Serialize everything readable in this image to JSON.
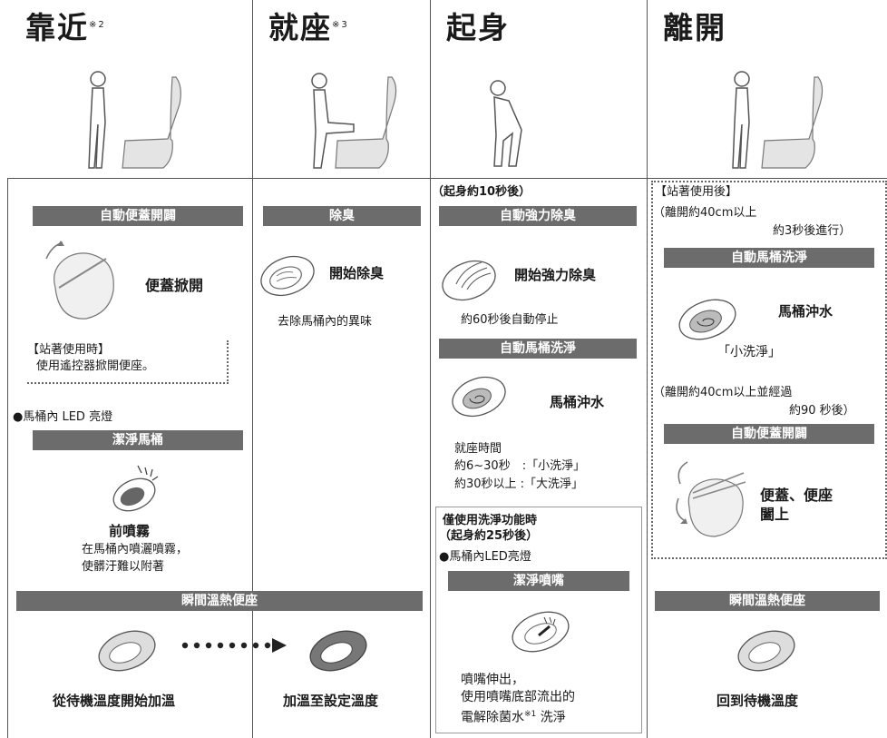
{
  "columns": [
    {
      "title": "靠近",
      "note": "※2"
    },
    {
      "title": "就座",
      "note": "※3"
    },
    {
      "title": "起身",
      "note": ""
    },
    {
      "title": "離開",
      "note": ""
    }
  ],
  "col1": {
    "bar_lid": "自動便蓋開闢",
    "lid_caption": "便蓋掀開",
    "stand_note_title": "【站著使用時】",
    "stand_note_body": "使用遙控器掀開便座。",
    "led_note": "●馬桶內 LED 亮燈",
    "bar_clean": "潔淨馬桶",
    "mist_title": "前噴霧",
    "mist_desc_1": "在馬桶內噴灑噴霧，",
    "mist_desc_2": "使髒汙難以附著",
    "heat_caption": "從待機溫度開始加溫"
  },
  "col2": {
    "bar_deodor": "除臭",
    "deodor_caption": "開始除臭",
    "deodor_desc": "去除馬桶內的異味",
    "heat_caption": "加溫至設定溫度"
  },
  "col3": {
    "timing": "（起身約10秒後）",
    "bar_strong": "自動強力除臭",
    "strong_caption": "開始強力除臭",
    "strong_desc": "約60秒後自動停止",
    "bar_flush": "自動馬桶洗淨",
    "flush_caption": "馬桶沖水",
    "sit_time": "就座時間",
    "small_flush": "約6~30秒　:「小洗淨」",
    "big_flush": "約30秒以上 :「大洗淨」",
    "wash_only_title": "僅使用洗淨功能時",
    "wash_only_timing": "（起身約25秒後）",
    "led_note": "●馬桶內LED亮燈",
    "bar_nozzle": "潔淨噴嘴",
    "nozzle_desc_1": "噴嘴伸出，",
    "nozzle_desc_2": "使用噴嘴底部流出的",
    "nozzle_desc_3": "電解除菌水",
    "nozzle_note": "※1",
    "nozzle_desc_4": "洗淨"
  },
  "col4": {
    "stand_after": "【站著使用後】",
    "leave_1": "（離開約40cm以上",
    "leave_2": "約3秒後進行）",
    "bar_flush": "自動馬桶洗淨",
    "flush_caption": "馬桶沖水",
    "small_flush": "「小洗淨」",
    "leave_3": "（離開約40cm以上並經過",
    "leave_4": "約90 秒後）",
    "bar_lid": "自動便蓋開闢",
    "lid_caption_1": "便蓋、便座",
    "lid_caption_2": "闔上",
    "heat_caption": "回到待機溫度"
  },
  "heat_bar": "瞬間溫熱便座"
}
